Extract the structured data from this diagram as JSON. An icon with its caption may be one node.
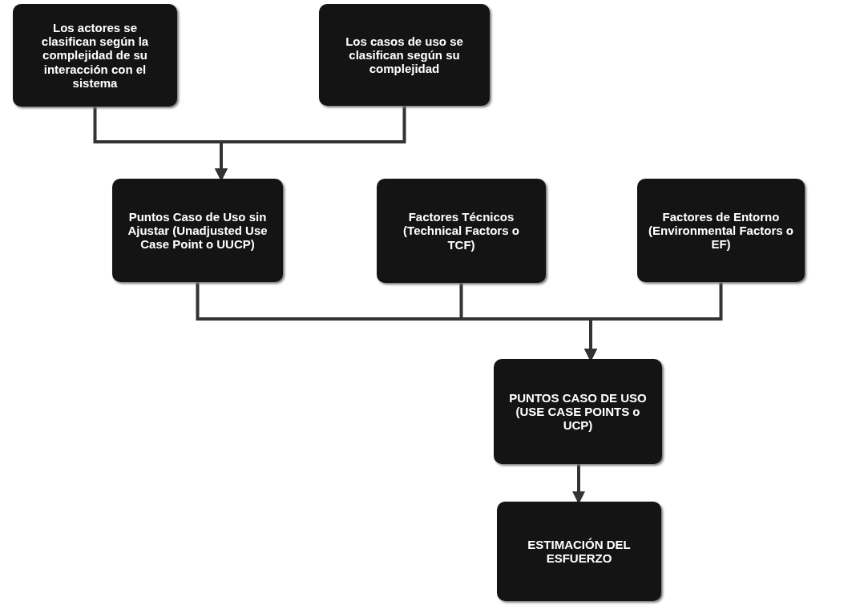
{
  "diagram": {
    "nodes": [
      {
        "text": [
          "Los actores se clasifican según la complejidad de su interacción con el sistema"
        ]
      },
      {
        "text": [
          "Los casos de uso se clasifican según su complejidad"
        ]
      },
      {
        "text": [
          "Puntos Caso de Uso sin Ajustar (Unadjusted Use Case Point o UUCP)"
        ]
      },
      {
        "text": [
          "Factores Técnicos (Technical Factors o TCF)"
        ]
      },
      {
        "text": [
          "Factores de Entorno (Environmental Factors o EF)"
        ]
      },
      {
        "text": [
          "PUNTOS CASO DE USO (USE CASE POINTS o UCP)"
        ]
      },
      {
        "text": [
          "ESTIMACIÓN DEL ESFUERZO"
        ]
      }
    ],
    "edges": [
      {
        "from": 0,
        "to": 2,
        "arrow": "to"
      },
      {
        "from": 1,
        "to": 2,
        "arrow": "to"
      },
      {
        "from": 2,
        "to": 5,
        "arrow": "to"
      },
      {
        "from": 3,
        "to": 5,
        "arrow": "to"
      },
      {
        "from": 4,
        "to": 5,
        "arrow": "to"
      },
      {
        "from": 5,
        "to": 6,
        "arrow": "to"
      }
    ]
  }
}
